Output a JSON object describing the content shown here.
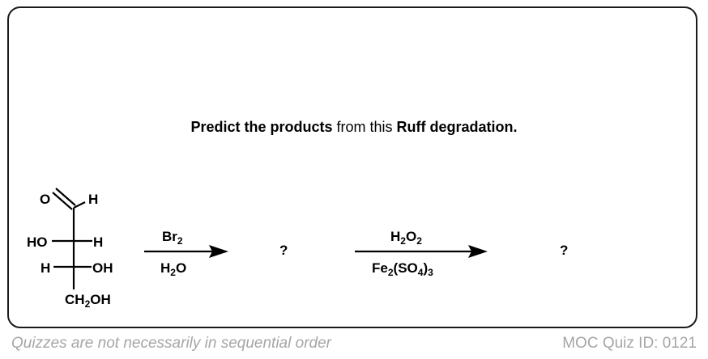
{
  "prompt": {
    "part1": "Predict the products",
    "part2": " from this ",
    "part3": "Ruff degradation."
  },
  "molecule": {
    "o_label": "O",
    "h_top": "H",
    "c2_left": "HO",
    "c2_right": "H",
    "c3_left": "H",
    "c3_right": "OH",
    "ch2oh_main": "CH",
    "ch2oh_sub": "2",
    "ch2oh_end": "OH"
  },
  "step1": {
    "reagent_main": "Br",
    "reagent_sub": "2",
    "solvent_main": "H",
    "solvent_sub": "2",
    "solvent_end": "O",
    "product": "?"
  },
  "step2": {
    "reagent_h": "H",
    "reagent_sub1": "2",
    "reagent_o": "O",
    "reagent_sub2": "2",
    "catalyst_fe": "Fe",
    "catalyst_sub1": "2",
    "catalyst_so": "(SO",
    "catalyst_sub2": "4",
    "catalyst_close": ")",
    "catalyst_sub3": "3",
    "product": "?"
  },
  "footer": {
    "left": "Quizzes are not necessarily in sequential order",
    "right": "MOC Quiz ID: 0121"
  }
}
